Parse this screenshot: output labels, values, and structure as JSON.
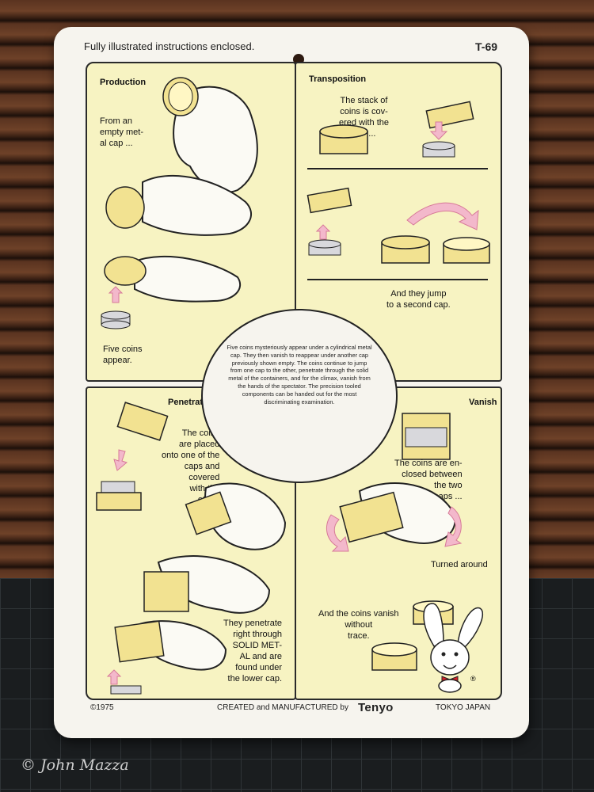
{
  "card": {
    "header_left": "Fully illustrated instructions enclosed.",
    "model": "T-69"
  },
  "panels": {
    "production": {
      "title": "Production",
      "caption_1": "From an\nempty met-\nal cap ...",
      "caption_2": "Five coins\nappear."
    },
    "transposition": {
      "title": "Transposition",
      "caption_1": "The stack of\ncoins is cov-\nered with the\ncap ...",
      "caption_2": "And they jump\nto a second cap."
    },
    "penetration": {
      "title": "Penetration",
      "caption_1": "The coins\nare placed\nonto one of the\ncaps and\ncovered\nwith the\nother.",
      "caption_2": "They penetrate\nright through\nSOLID MET-\nAL and are\nfound under\nthe lower cap."
    },
    "vanish": {
      "title": "Vanish",
      "caption_1": "The coins are en-\nclosed between\nthe two\ncaps ...",
      "caption_2": "Turned around",
      "caption_3": "And the coins vanish\nwithout\ntrace."
    }
  },
  "center_text": "Five coins mysteriously appear under a cylindrical metal cap. They then vanish to reappear under another cap previously shown empty. The coins continue to jump from one cap to the other, penetrate through the solid metal of the containers, and for the climax, vanish from the hands of the spectator. The precision tooled components can be handed out for the most discriminating examination.",
  "footer": {
    "year": "©1975",
    "created": "CREATED and MANUFACTURED by",
    "brand": "Tenyo",
    "location": "TOKYO JAPAN",
    "registered": "®"
  },
  "photo_credit": "© John Mazza",
  "colors": {
    "panel_fill": "#f7f3c2",
    "cap_yellow": "#f2e291",
    "arrow_pink": "#f3b8cb",
    "bow_red": "#d8202a"
  }
}
